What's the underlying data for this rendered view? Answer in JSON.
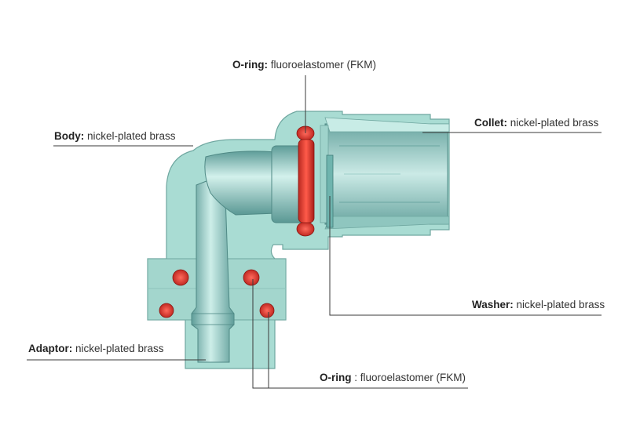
{
  "diagram": {
    "labels": [
      {
        "id": "oring-top",
        "key": "O-ring:",
        "value": " fluoroelastomer (FKM)"
      },
      {
        "id": "body",
        "key": "Body:",
        "value": " nickel-plated brass"
      },
      {
        "id": "collet",
        "key": "Collet:",
        "value": " nickel-plated brass"
      },
      {
        "id": "washer",
        "key": "Washer:",
        "value": " nickel-plated brass"
      },
      {
        "id": "adaptor",
        "key": "Adaptor:",
        "value": " nickel-plated brass"
      },
      {
        "id": "oring-bottom",
        "key": "O-ring",
        "value": " : fluoroelastomer (FKM)"
      }
    ],
    "colors": {
      "body": "#a9dcd3",
      "body_edge": "#6fa7a0",
      "bore": "#7fb9b5",
      "oring": "#d6332a",
      "leader": "#3a3a3a"
    }
  }
}
